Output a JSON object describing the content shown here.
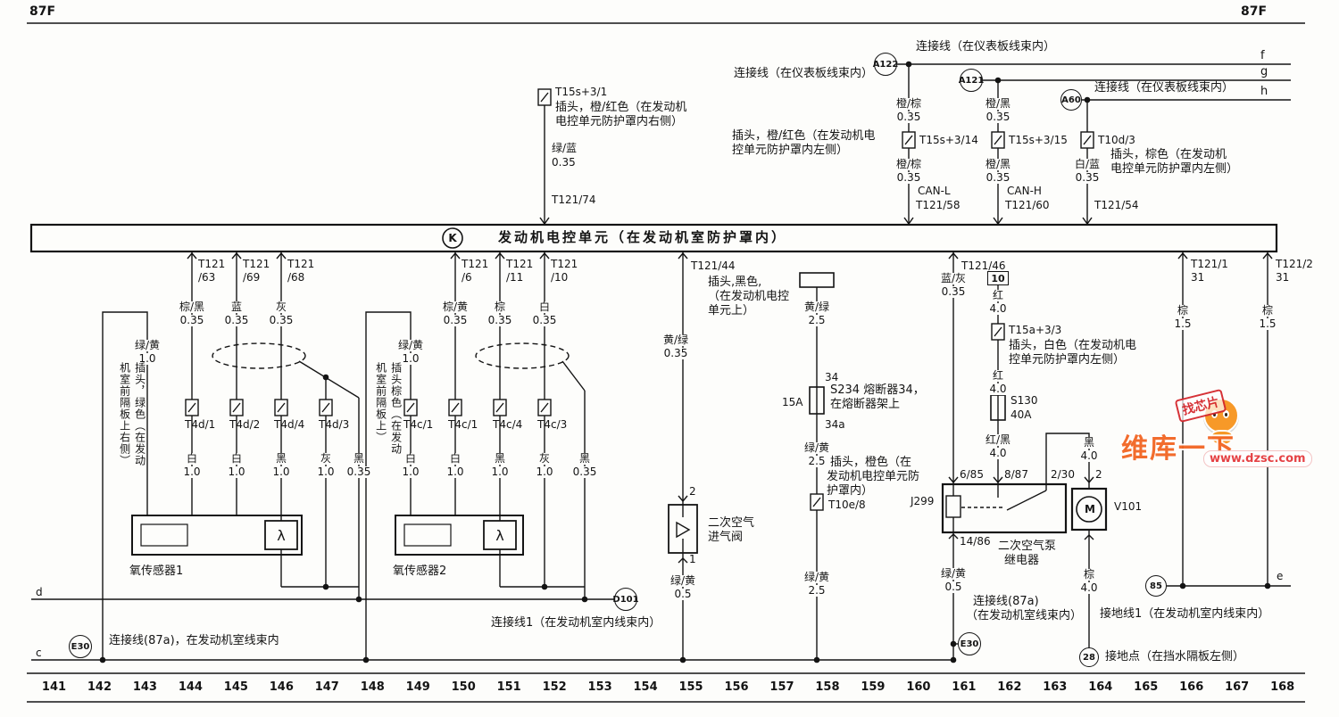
{
  "page": {
    "marker_left": "87F",
    "marker_right": "87F",
    "edge": {
      "f": "f",
      "g": "g",
      "h": "h",
      "d": "d",
      "c": "c",
      "e": "e"
    }
  },
  "ecu": {
    "symbol": "K",
    "title": "发动机电控单元（在发动机室防护罩内）"
  },
  "top": {
    "t15s31": {
      "id": "T15s+3/1",
      "desc1": "插头，橙/红色（在发动机",
      "desc2": "电控单元防护罩内右侧）",
      "wire_color": "绿/蓝",
      "wire_size": "0.35",
      "terminal": "T121/74"
    },
    "link_f": "连接线（在仪表板线束内）",
    "link_g": "连接线（在仪表板线束内）",
    "link_h": "连接线（在仪表板线束内）",
    "a122": "A122",
    "a121": "A121",
    "a60": "A60",
    "plug_left1": "插头，橙/红色（在发动机电",
    "plug_left2": "控单元防护罩内左侧）",
    "canl": {
      "w1": "橙/棕",
      "s1": "0.35",
      "id": "T15s+3/14",
      "w2": "橙/棕",
      "s2": "0.35",
      "bus": "CAN-L",
      "terminal": "T121/58"
    },
    "canh": {
      "w1": "橙/黑",
      "s1": "0.35",
      "id": "T15s+3/15",
      "w2": "橙/黑",
      "s2": "0.35",
      "bus": "CAN-H",
      "terminal": "T121/60"
    },
    "t10d3": {
      "id": "T10d/3",
      "desc1": "插头，棕色（在发动机",
      "desc2": "电控单元防护罩内左侧）",
      "w": "白/蓝",
      "s": "0.35",
      "terminal": "T121/54"
    }
  },
  "sensor1": {
    "terminals": [
      {
        "a": "T121",
        "b": "/63"
      },
      {
        "a": "T121",
        "b": "/69"
      },
      {
        "a": "T121",
        "b": "/68"
      }
    ],
    "top_wires": [
      {
        "c": "棕/黑",
        "s": "0.35"
      },
      {
        "c": "蓝",
        "s": "0.35"
      },
      {
        "c": "灰",
        "s": "0.35"
      }
    ],
    "heater": {
      "c": "绿/黄",
      "s": "1.0"
    },
    "plug_col_right": "插头，绿色（在发动",
    "plug_col_left": "机室前隔板上右侧）",
    "connectors": [
      "T4d/1",
      "T4d/2",
      "T4d/4",
      "T4d/3"
    ],
    "bottom_wires": [
      {
        "c": "白",
        "s": "1.0"
      },
      {
        "c": "白",
        "s": "1.0"
      },
      {
        "c": "黑",
        "s": "1.0"
      },
      {
        "c": "灰",
        "s": "1.0"
      },
      {
        "c": "黑",
        "s": "0.35"
      }
    ],
    "lambda": "λ",
    "name": "氧传感器1"
  },
  "sensor2": {
    "terminals": [
      {
        "a": "T121",
        "b": "/6"
      },
      {
        "a": "T121",
        "b": "/11"
      },
      {
        "a": "T121",
        "b": "/10"
      }
    ],
    "top_wires": [
      {
        "c": "棕/黄",
        "s": "0.35"
      },
      {
        "c": "棕",
        "s": "0.35"
      },
      {
        "c": "白",
        "s": "0.35"
      }
    ],
    "heater": {
      "c": "绿/黄",
      "s": "1.0"
    },
    "plug_col_right": "插头棕色（在发动",
    "plug_col_left": "机室前隔板上）",
    "connectors": [
      "T4c/1",
      "T4c/1",
      "T4c/4",
      "T4c/3"
    ],
    "bottom_wires": [
      {
        "c": "白",
        "s": "1.0"
      },
      {
        "c": "白",
        "s": "1.0"
      },
      {
        "c": "黑",
        "s": "1.0"
      },
      {
        "c": "灰",
        "s": "1.0"
      },
      {
        "c": "黑",
        "s": "0.35"
      }
    ],
    "lambda": "λ",
    "name": "氧传感器2"
  },
  "valve": {
    "terminal": "T121/44",
    "plug1": "插头,黑色,",
    "plug2": "（在发动机电控",
    "plug3": "单元上）",
    "wire_top": {
      "c": "黄/绿",
      "s": "0.35"
    },
    "pin_top": "2",
    "pin_bottom": "1",
    "name1": "二次空气",
    "name2": "进气阀",
    "wire_bottom": {
      "c": "绿/黄",
      "s": "0.5"
    }
  },
  "fuse34": {
    "wire_top": {
      "c": "黄/绿",
      "s": "2.5"
    },
    "pin_top": "34",
    "amp": "15A",
    "label1": "S234 熔断器34，",
    "label2": "在熔断器架上",
    "pin_bottom": "34a",
    "wire_mid": {
      "c": "绿/黄",
      "s": "2.5"
    },
    "plug1": "插头，橙色（在",
    "plug2": "发动机电控单元防",
    "plug3": "护罩内）",
    "conn": "T10e/8",
    "wire_bottom": {
      "c": "绿/黄",
      "s": "2.5"
    }
  },
  "relay": {
    "terminal": "T121/46",
    "wire46": {
      "c": "蓝/灰",
      "s": "0.35"
    },
    "fuse_ref": "10",
    "wire_red1": {
      "c": "红",
      "s": "4.0"
    },
    "conn": "T15a+3/3",
    "plug1": "插头，白色（在发动机电",
    "plug2": "控单元防护罩内左侧）",
    "wire_red2": {
      "c": "红",
      "s": "4.0"
    },
    "s130": "S130",
    "s130_amp": "40A",
    "wire_redblk": {
      "c": "红/黑",
      "s": "4.0"
    },
    "pin_85": "6/85",
    "pin_87": "8/87",
    "pin_30": "2/30",
    "pin_86": "14/86",
    "name": "J299",
    "label1": "二次空气泵",
    "label2": "继电器",
    "wire86": {
      "c": "绿/黄",
      "s": "0.5"
    },
    "link1": "连接线(87a)",
    "link2": "（在发动机室线束内）",
    "e30": "E30"
  },
  "pump": {
    "pin": "2",
    "wire_top": {
      "c": "黑",
      "s": "4.0"
    },
    "name": "V101",
    "m": "M",
    "wire_bottom": {
      "c": "棕",
      "s": "4.0"
    },
    "ground_label": "接地线1（在发动机室内线束内）"
  },
  "right": {
    "t1": "T121/1",
    "t1b": "31",
    "t2": "T121/2",
    "t2b": "31",
    "w1": {
      "c": "棕",
      "s": "1.5"
    },
    "w2": {
      "c": "棕",
      "s": "1.5"
    }
  },
  "bottom": {
    "d101": "D101",
    "link1": "连接线1（在发动机室内线束内）",
    "e30_left": "E30",
    "link87a": "连接线(87a)，在发动机室线束内",
    "g85": "85",
    "e28": "28",
    "ground_point": "接地点（在挡水隔板左侧）",
    "tracks": [
      "141",
      "142",
      "143",
      "144",
      "145",
      "146",
      "147",
      "148",
      "149",
      "150",
      "151",
      "152",
      "153",
      "154",
      "155",
      "156",
      "157",
      "158",
      "159",
      "160",
      "161",
      "162",
      "163",
      "164",
      "165",
      "166",
      "167",
      "168"
    ]
  },
  "watermark": {
    "name": "维库一下",
    "url": "www.dzsc.com",
    "seal": "找芯片"
  }
}
